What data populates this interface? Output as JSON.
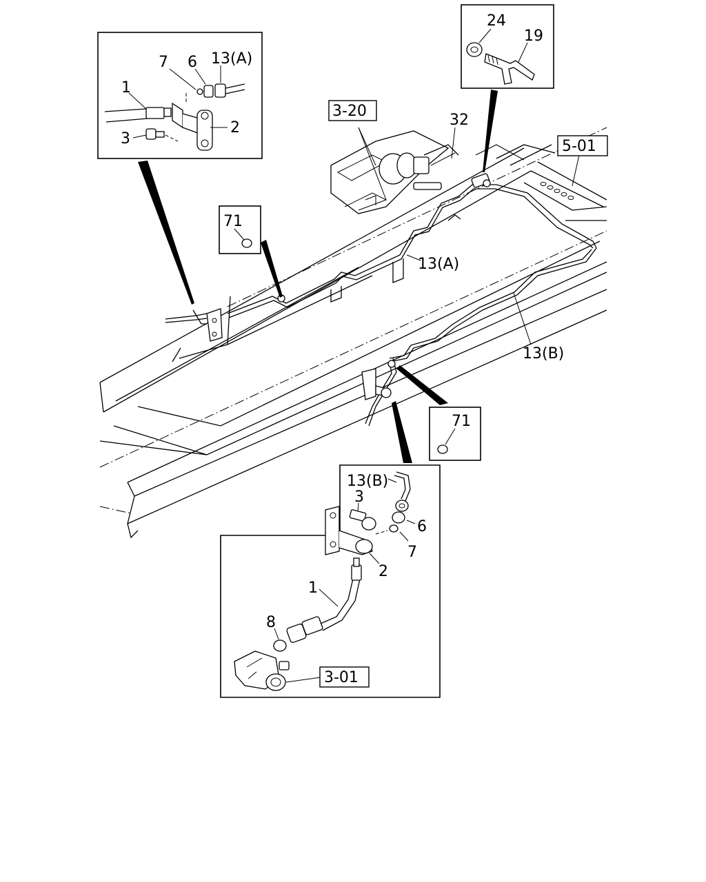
{
  "labels": {
    "tl_7": "7",
    "tl_6": "6",
    "tl_13a": "13(A)",
    "tl_1": "1",
    "tl_2": "2",
    "tl_3": "3",
    "tr_24": "24",
    "tr_19": "19",
    "ref_3_20": "3-20",
    "main_32": "32",
    "ref_5_01": "5-01",
    "box71a_71": "71",
    "main_13a": "13(A)",
    "main_13b": "13(B)",
    "box71b_71": "71",
    "bot_13b": "13(B)",
    "bot_3": "3",
    "bot_6": "6",
    "bot_7": "7",
    "bot_2": "2",
    "bot_1": "1",
    "bot_8": "8",
    "ref_3_01": "3-01"
  }
}
